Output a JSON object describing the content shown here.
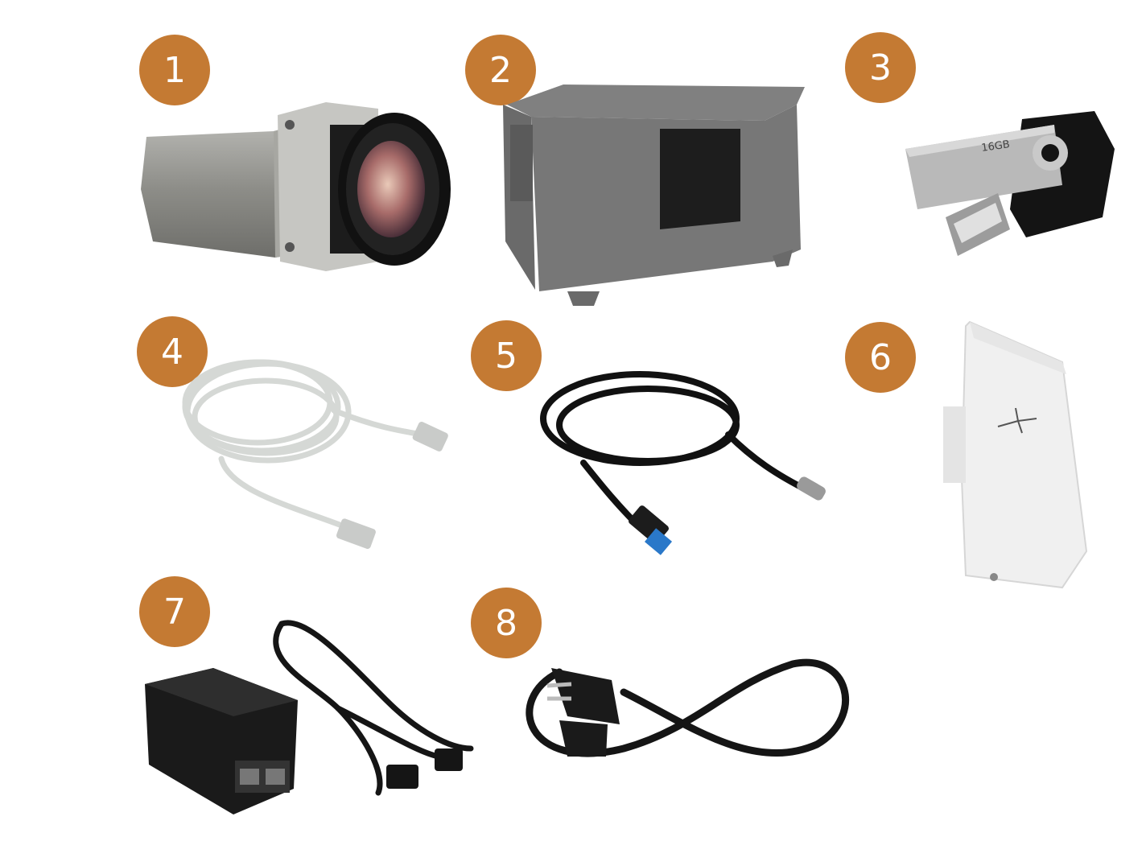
{
  "items": [
    {
      "number": "1",
      "icon": "thermal-camera-icon"
    },
    {
      "number": "2",
      "icon": "calibration-box-icon"
    },
    {
      "number": "3",
      "icon": "usb-flash-drive-icon"
    },
    {
      "number": "4",
      "icon": "ethernet-cable-icon"
    },
    {
      "number": "5",
      "icon": "usb-c-cable-icon"
    },
    {
      "number": "6",
      "icon": "wireless-access-point-icon"
    },
    {
      "number": "7",
      "icon": "poe-adapter-icon"
    },
    {
      "number": "8",
      "icon": "power-cord-icon"
    }
  ],
  "usb_label": "16GB",
  "badge_color": "#C47A33"
}
